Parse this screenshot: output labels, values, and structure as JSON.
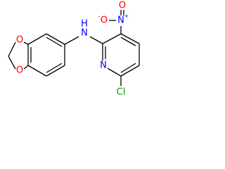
{
  "molecule": {
    "atoms": {
      "o_methylenedioxy_top": "O",
      "o_methylenedioxy_bottom": "O",
      "amine_n": "N",
      "amine_h": "H",
      "nitro_n": "N",
      "nitro_charge_plus": "+",
      "nitro_o_top": "O",
      "nitro_charge_minus": "-",
      "nitro_o_side": "O",
      "pyridine_n": "N",
      "chlorine": "Cl"
    },
    "colors": {
      "bond": "#000000",
      "carbon": "#000000",
      "oxygen": "#ff0000",
      "nitrogen": "#0000ff",
      "chlorine": "#00a000"
    }
  }
}
